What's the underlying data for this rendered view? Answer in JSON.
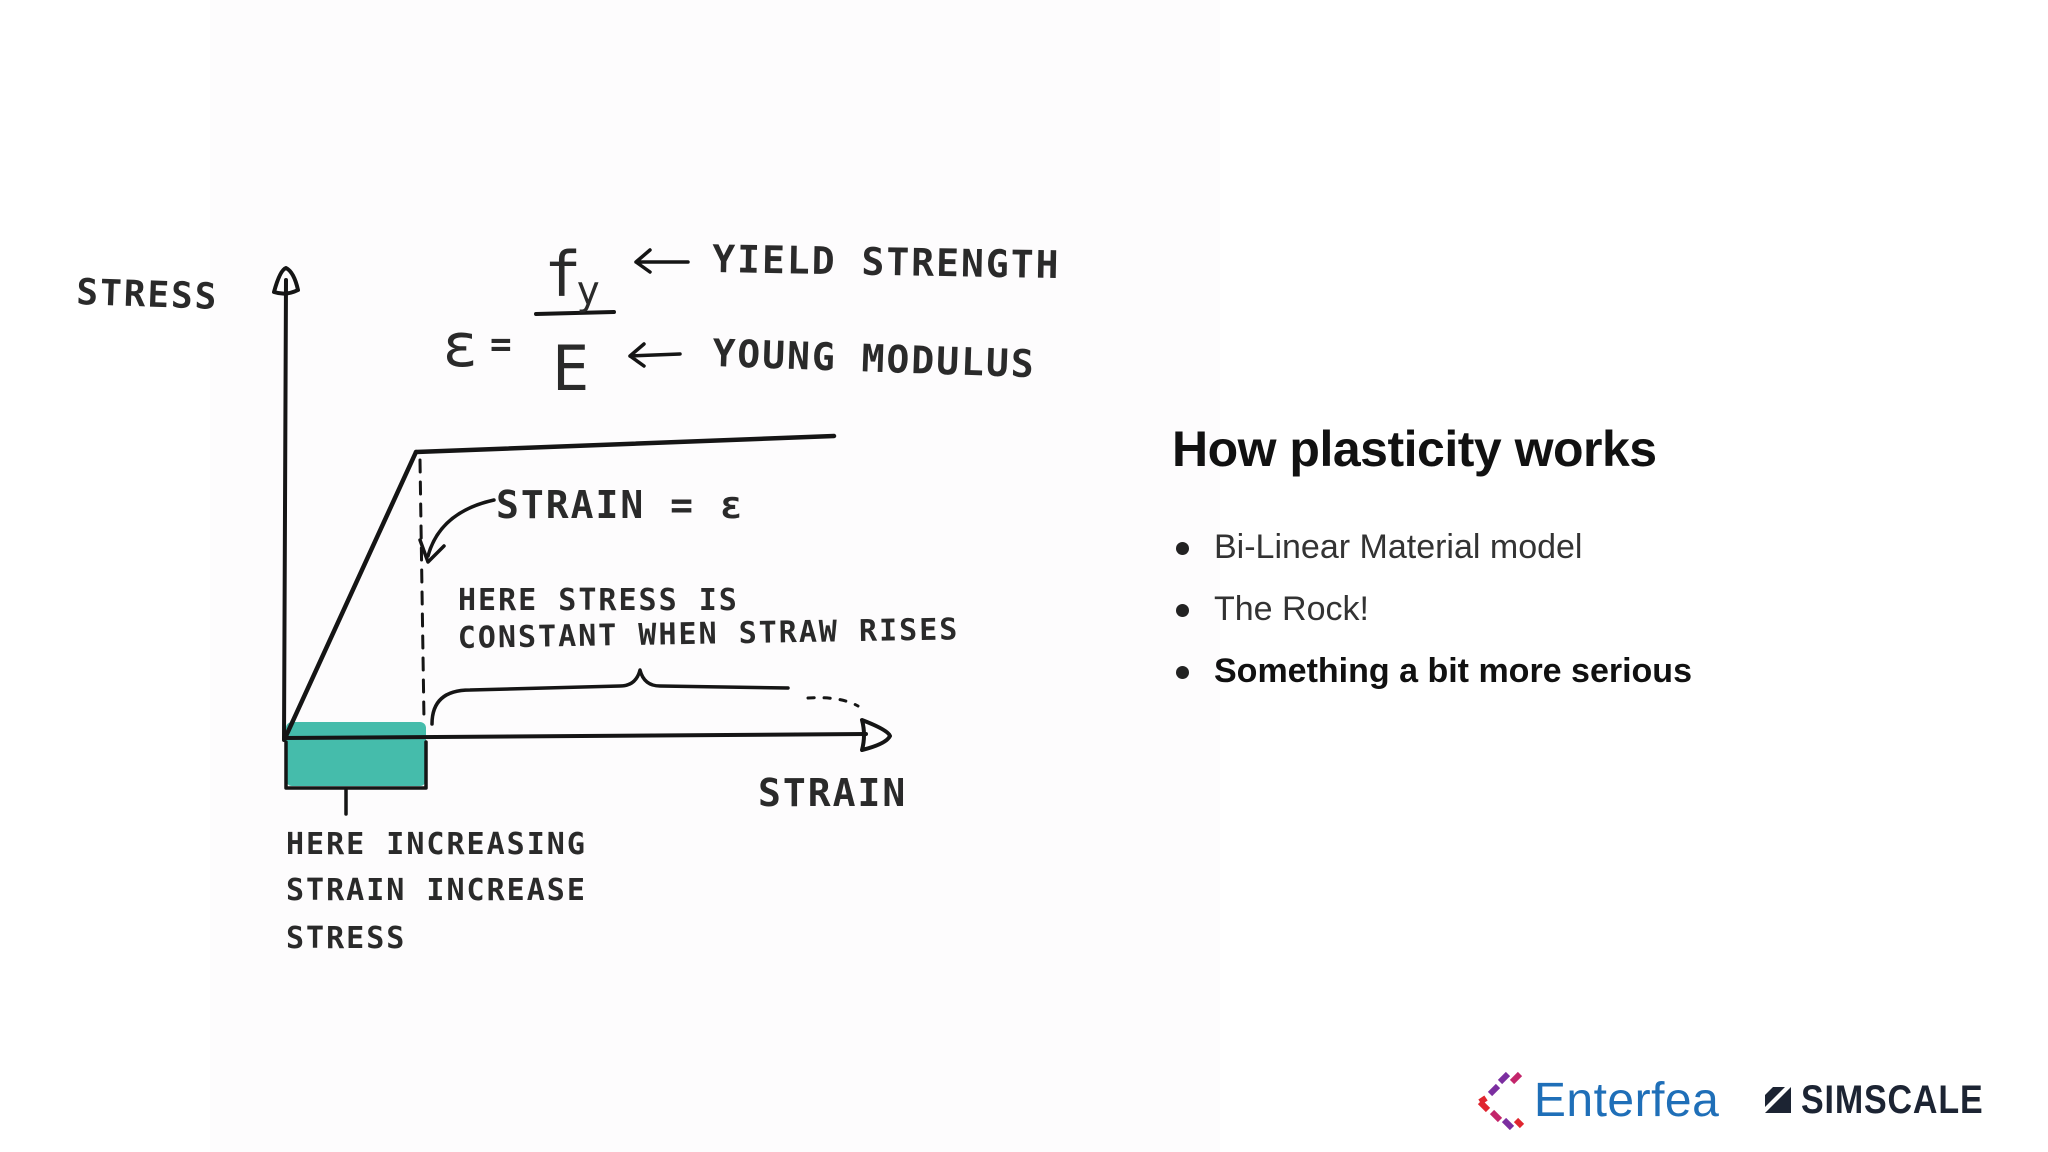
{
  "slide": {
    "title": "How plasticity works",
    "bullets": [
      {
        "text": "Bi-Linear Material model",
        "emphasis": false
      },
      {
        "text": "The Rock!",
        "emphasis": false
      },
      {
        "text": "Something a bit more serious",
        "emphasis": true
      }
    ]
  },
  "diagram": {
    "y_axis_label": "STRESS",
    "x_axis_label": "STRAIN",
    "equation": {
      "lhs": "ε",
      "equals": "=",
      "numerator": "f",
      "numerator_sub": "y",
      "denominator": "E"
    },
    "numerator_note": "YIELD STRENGTH",
    "denominator_note": "YOUNG MODULUS",
    "strain_note": "STRAIN = ε",
    "plastic_note_line1": "HERE STRESS IS",
    "plastic_note_line2": "CONSTANT WHEN STRAW RISES",
    "elastic_note_line1": "HERE INCREASING",
    "elastic_note_line2": "STRAIN INCREASE",
    "elastic_note_line3": "STRESS",
    "highlight_color": "#3bb8a7"
  },
  "logos": {
    "enterfea": "Enterfea",
    "simscale": "SIMSCALE"
  }
}
